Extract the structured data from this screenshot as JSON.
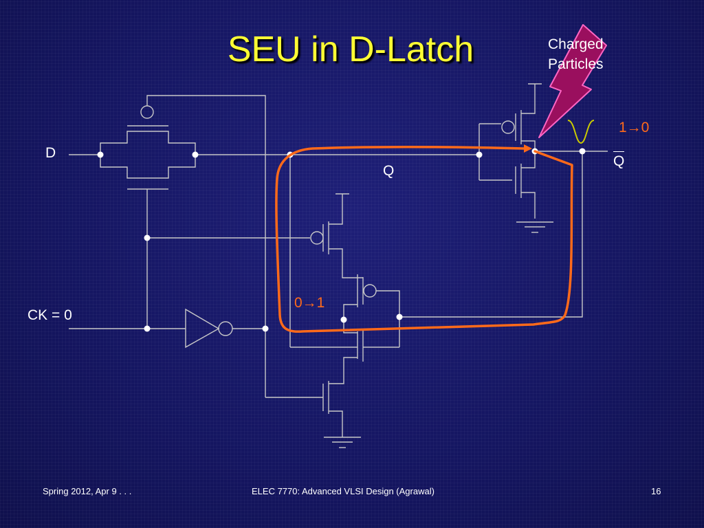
{
  "slide": {
    "title": "SEU in D-Latch",
    "particles_label_line1": "Charged",
    "particles_label_line2": "Particles",
    "labels": {
      "d_input": "D",
      "clock_input": "CK = 0",
      "q_mid": "Q",
      "q_out": "Q",
      "transition_out": "1→0",
      "transition_in": "0→1"
    },
    "footer": {
      "left": "Spring 2012, Apr 9 . . .",
      "center": "ELEC 7770: Advanced VLSI Design (Agrawal)",
      "page": "16"
    }
  },
  "colors": {
    "background": "#15165e",
    "title": "#ffff33",
    "wire": "#c8c8c8",
    "text": "#ffffff",
    "upset_path": "#ff6a1a",
    "lightning_fill": "#9a0f5e",
    "lightning_outline": "#ff66c4",
    "glitch_pulse": "#cccc00"
  }
}
